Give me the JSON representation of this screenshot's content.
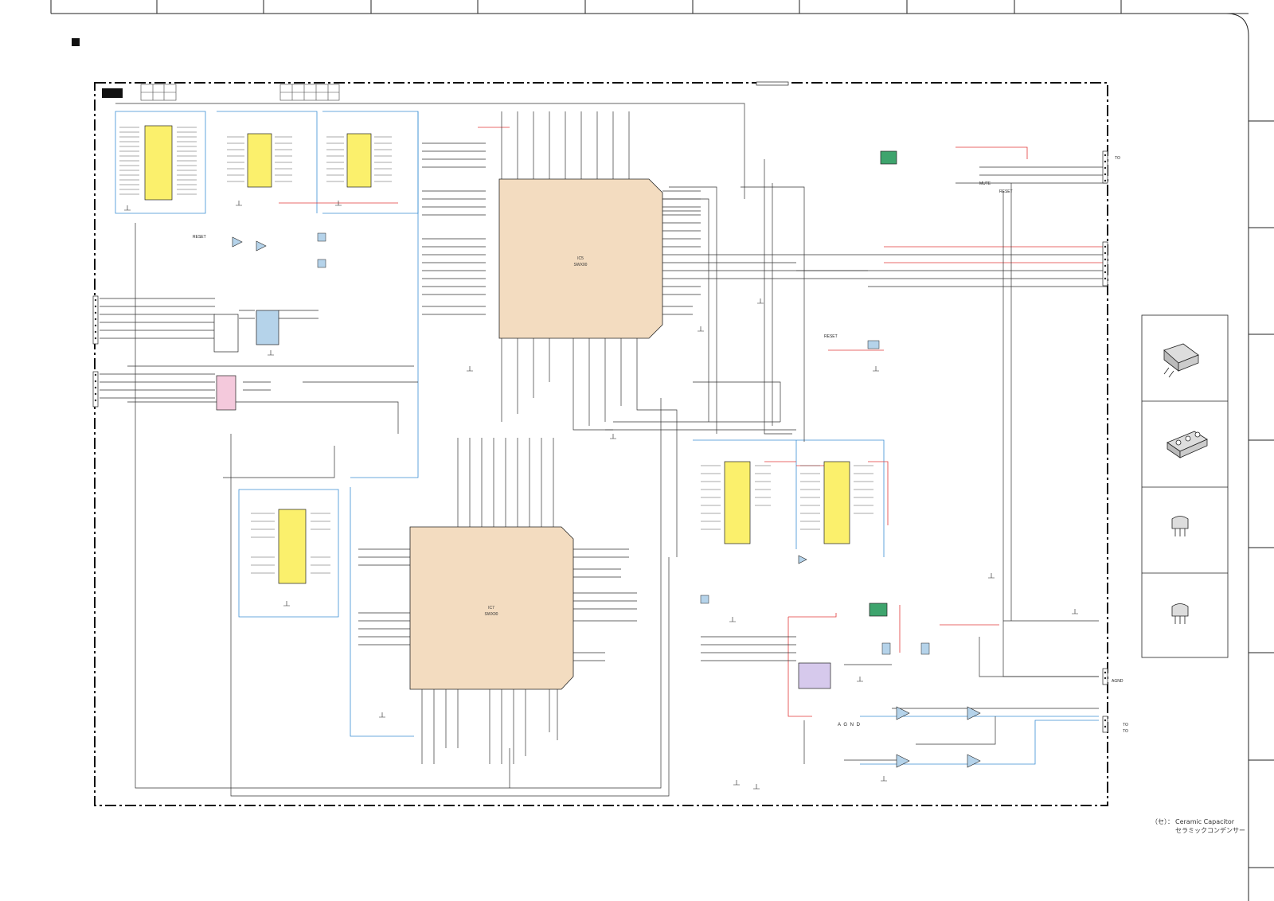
{
  "legend": {
    "mark": "（セ）：",
    "en": "Ceramic Capacitor",
    "ja": "セラミックコンデンサー"
  },
  "ics": {
    "ic5": {
      "ref": "IC5",
      "part": "SWX00"
    },
    "ic7": {
      "ref": "IC7",
      "part": "SWX00"
    }
  },
  "net_labels": {
    "reset": "RESET",
    "mute": "MUTE",
    "agnd": "A G N D",
    "agnd_conn": "AGND",
    "to_right": [
      "TO",
      "TO",
      "TO"
    ]
  },
  "colors": {
    "ic_main": "#f3dcc0",
    "ic_memory": "#fbf06c",
    "ic_blue": "#b5d3ea",
    "ic_pink": "#f4c9dc",
    "ic_green": "#3ea46d",
    "ic_lavender": "#d6c9ec",
    "wire_red": "#e23a3a",
    "wire_blue": "#3b8fd4",
    "wire_black": "#333333"
  },
  "parts_icons": [
    "d-pak-transistor-icon",
    "to220-transistor-icon",
    "to92-transistor-icon",
    "to92-transistor-icon"
  ]
}
